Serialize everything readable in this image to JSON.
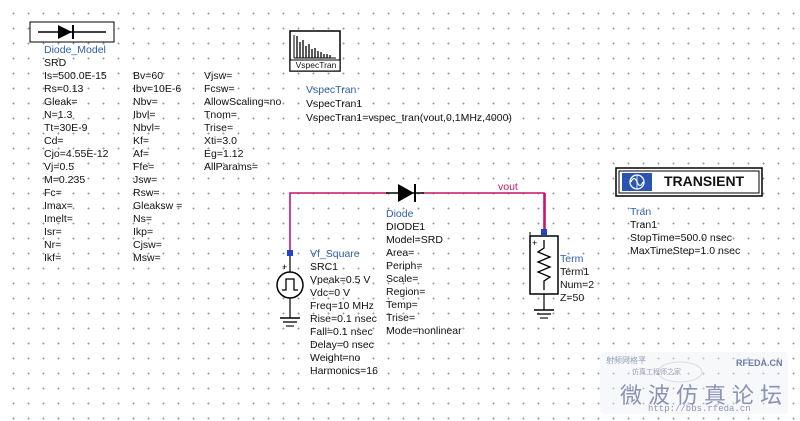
{
  "diode_model": {
    "name": "Diode_Model",
    "instance": "SRD",
    "col1": [
      "Is=500.0E-15",
      "Rs=0.13",
      "Gleak=",
      "N=1.3",
      "Tt=30E-9",
      "Cd=",
      "Cjo=4.55E-12",
      "Vj=0.5",
      "M=0.235",
      "Fc=",
      "Imax=",
      "Imelt=",
      "Isr=",
      "Nr=",
      "Ikf="
    ],
    "col2": [
      "Bv=60",
      "Ibv=10E-6",
      "Nbv=",
      "Ibvl=",
      "Nbvl=",
      "Kf=",
      "Af=",
      "Ffe=",
      "Jsw=",
      "Rsw=",
      "Gleaksw =",
      "Ns=",
      "Ikp=",
      "Cjsw=",
      "Msw="
    ],
    "col3": [
      "Vjsw=",
      "Fcsw=",
      "AllowScaling=no",
      "Tnom=",
      "Trise=",
      "Xti=3.0",
      "Eg=1.12",
      "AllParams="
    ]
  },
  "vspectran": {
    "icon_label": "VspecTran",
    "name": "VspecTran",
    "instance": "VspecTran1",
    "expr": "VspecTran1=vspec_tran(vout,0,1MHz,4000)"
  },
  "source": {
    "name": "Vf_Square",
    "instance": "SRC1",
    "params": [
      "Vpeak=0.5 V",
      "Vdc=0 V",
      "Freq=10 MHz",
      "Rise=0.1 nsec",
      "Fall=0.1 nsec",
      "Delay=0 nsec",
      "Weight=no",
      "Harmonics=16"
    ]
  },
  "diode": {
    "name": "Diode",
    "instance": "DIODE1",
    "params": [
      "Model=SRD",
      "Area=",
      "Periph=",
      "Scale=",
      "Region=",
      "Temp=",
      "Trise=",
      "Mode=nonlinear"
    ]
  },
  "net_label": "vout",
  "term": {
    "name": "Term",
    "instance": "Term1",
    "params": [
      "Num=2",
      "Z=50"
    ]
  },
  "transient": {
    "icon_label": "TRANSIENT",
    "name": "Tran",
    "instance": "Tran1",
    "params": [
      "StopTime=500.0 nsec",
      "MaxTimeStep=1.0 nsec"
    ]
  },
  "watermark": {
    "top_left": "射频网格平",
    "top_right": "RFEDA.CN",
    "line2": "仿真工程师之家",
    "main": "微波仿真论坛",
    "url": "http://bbs.rfeda.cn"
  },
  "colors": {
    "wire": "#c8146e",
    "label_blue": "#2f5fa8",
    "pin_blue": "#2244cc"
  }
}
